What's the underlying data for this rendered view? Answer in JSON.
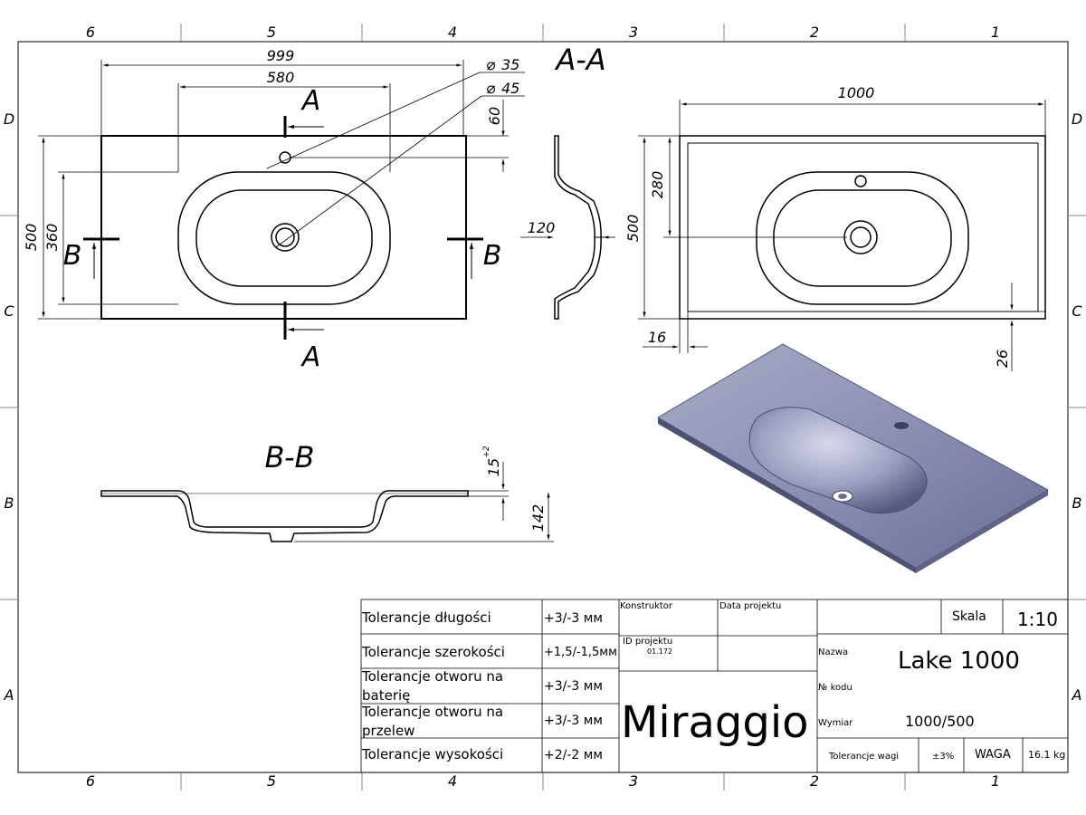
{
  "frame": {
    "columns": [
      "6",
      "5",
      "4",
      "3",
      "2",
      "1"
    ],
    "rows": [
      "D",
      "C",
      "B",
      "A"
    ]
  },
  "top_view": {
    "dim_width_total": "999",
    "dim_basin_width": "580",
    "dim_tap_hole": "35",
    "dim_drain": "45",
    "dim_tap_offset": "60",
    "dim_depth": "500",
    "dim_basin_depth": "360",
    "section_a": "A",
    "section_b": "B"
  },
  "section_aa": {
    "title": "A-A",
    "dim_120": "120"
  },
  "right_view": {
    "dim_width": "1000",
    "dim_280": "280",
    "dim_500": "500",
    "dim_16": "16",
    "dim_26": "26"
  },
  "section_bb": {
    "title": "B-B",
    "dim_15": "15",
    "dim_15_tol": "+2",
    "dim_142": "142"
  },
  "title_block": {
    "tolerances": [
      {
        "label_lines": [
          "Tolerancje długości"
        ],
        "value": "+3/-3 мм"
      },
      {
        "label_lines": [
          "Tolerancje szerokości"
        ],
        "value": "+1,5/-1,5мм"
      },
      {
        "label_lines": [
          "Tolerancje otworu na",
          "baterię"
        ],
        "value": "+3/-3 мм"
      },
      {
        "label_lines": [
          "Tolerancje otworu na",
          "przelew"
        ],
        "value": "+3/-3 мм"
      },
      {
        "label_lines": [
          "Tolerancje wysokości"
        ],
        "value": "+2/-2 мм"
      }
    ],
    "konstruktor_label": "Konstruktor",
    "data_projektu_label": "Data projektu",
    "id_projektu_label": "ID projektu",
    "id_projektu_value": "01.172",
    "company": "Miraggio",
    "skala_label": "Skala",
    "skala_value": "1:10",
    "nazwa_label": "Nazwa",
    "nazwa_value": "Lake 1000",
    "na_kodu_label": "№ kodu",
    "wymiar_label": "Wymiar",
    "wymiar_value": "1000/500",
    "tol_wagi_label": "Tolerancje wagi",
    "tol_wagi_value": "±3%",
    "waga_label": "WAGA",
    "waga_value": "16.1 kg"
  }
}
